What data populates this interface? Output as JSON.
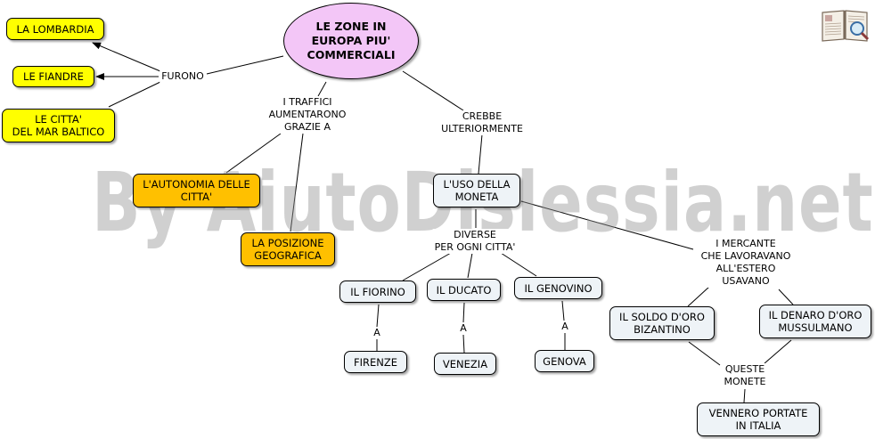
{
  "map": {
    "main": "LE ZONE IN\nEUROPA PIU'\nCOMMERCIALI",
    "nodes": {
      "lombardia": "LA LOMBARDIA",
      "fiandre": "LE FIANDRE",
      "baltico": "LE CITTA'\nDEL MAR BALTICO",
      "autonomia": "L'AUTONOMIA DELLE\nCITTA'",
      "posizione": "LA POSIZIONE\nGEOGRAFICA",
      "moneta": "L'USO DELLA\nMONETA",
      "fiorino": "IL FIORINO",
      "ducato": "IL DUCATO",
      "genovino": "IL GENOVINO",
      "firenze": "FIRENZE",
      "venezia": "VENEZIA",
      "genova": "GENOVA",
      "soldo": "IL SOLDO D'ORO\nBIZANTINO",
      "denaro": "IL DENARO D'ORO\nMUSSULMANO",
      "portate": "VENNERO PORTATE\nIN ITALIA"
    },
    "links": {
      "furono": "FURONO",
      "traffici": "I TRAFFICI\nAUMENTARONO\nGRAZIE A",
      "crebbe": "CREBBE\nULTERIORMENTE",
      "diverse": "DIVERSE\nPER OGNI CITTA'",
      "mercante": "I MERCANTE\nCHE LAVORAVANO\nALL'ESTERO\nUSAVANO",
      "a1": "A",
      "a2": "A",
      "a3": "A",
      "queste": "QUESTE\nMONETE"
    }
  },
  "watermark": "By AiutoDislessia.net",
  "icon": "book-magnifier-icon"
}
